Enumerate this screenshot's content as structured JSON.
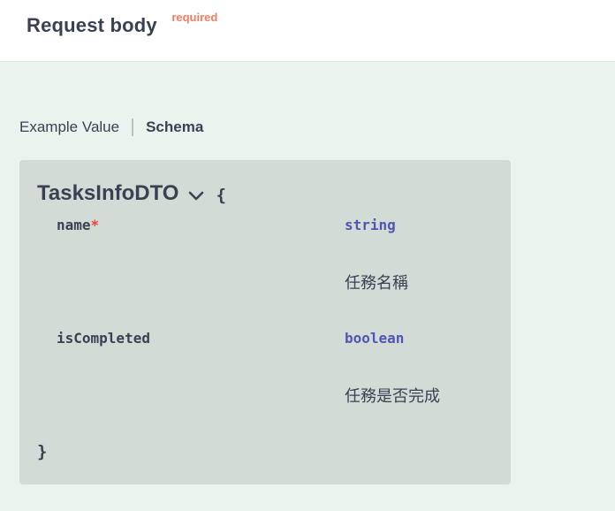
{
  "header": {
    "title": "Request body",
    "required_label": "required"
  },
  "tabs": {
    "example_value": "Example Value",
    "schema": "Schema",
    "active": "Schema"
  },
  "model": {
    "title": "TasksInfoDTO",
    "open_brace": "{",
    "close_brace": "}",
    "required_star": "*",
    "properties": [
      {
        "name": "name",
        "required": true,
        "type": "string",
        "description": "任務名稱"
      },
      {
        "name": "isCompleted",
        "required": false,
        "type": "boolean",
        "description": "任務是否完成"
      }
    ]
  },
  "icons": {
    "chevron_down": "chevron-down-icon"
  },
  "colors": {
    "required_label": "#f87a61",
    "required_star": "#f93e3e",
    "prop_type": "#4e56b4",
    "text": "#3b4151",
    "page_background": "#ebf3ee",
    "model_box_background": "#d3dbd6",
    "header_background": "#ffffff"
  }
}
